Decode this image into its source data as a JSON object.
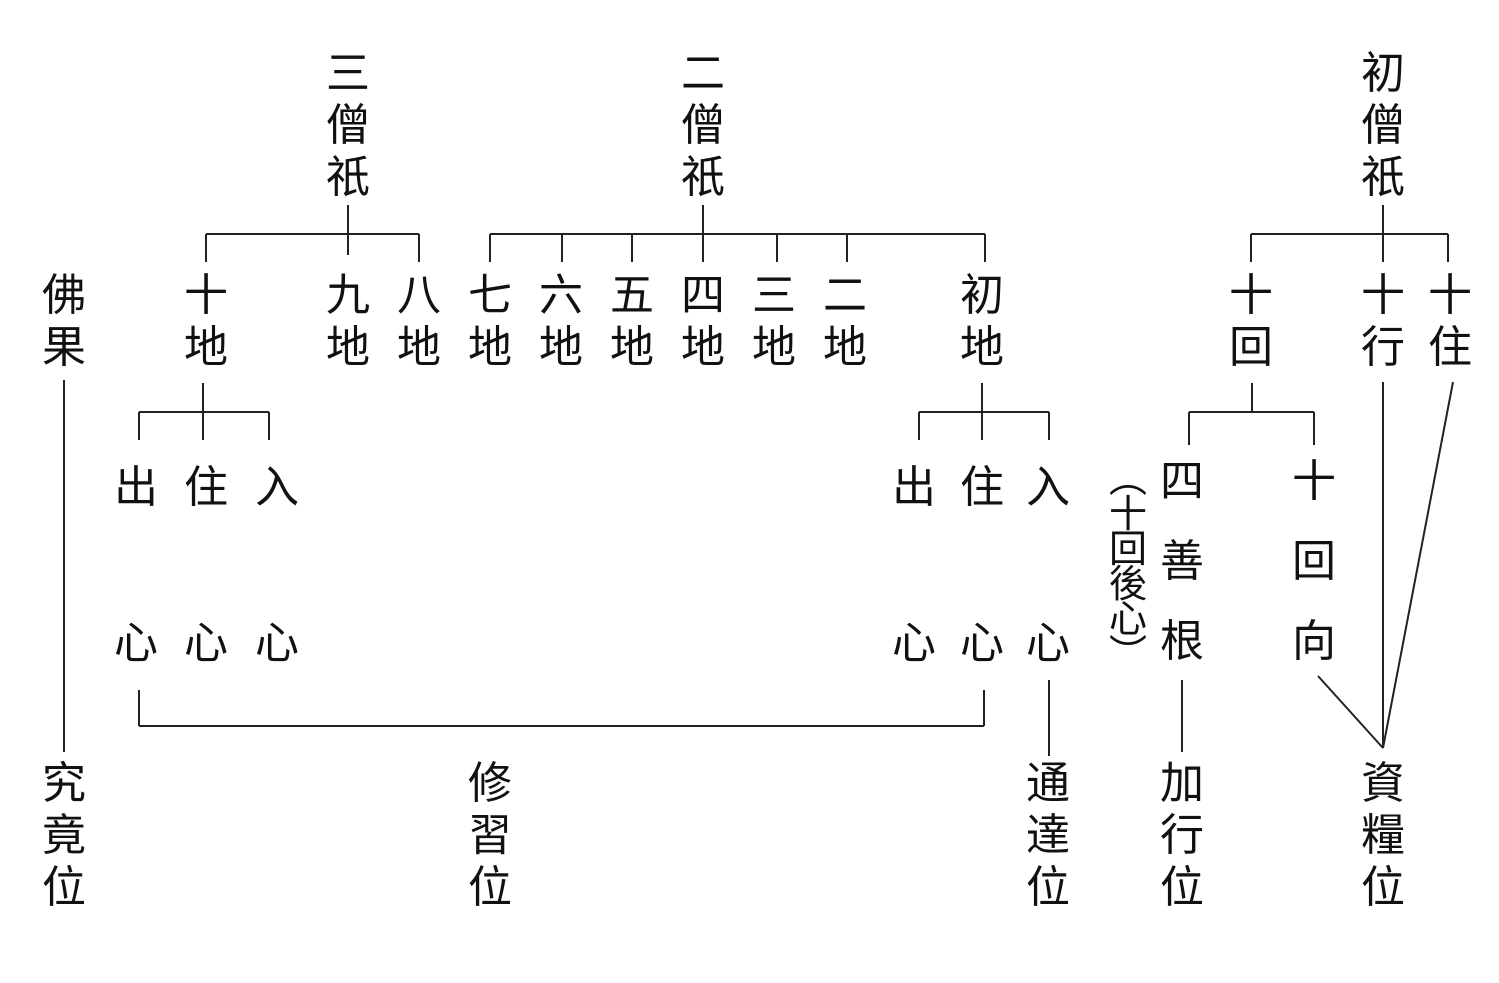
{
  "stages": {
    "third": "三\n僧\n祇",
    "second": "二\n僧\n祇",
    "first": "初\n僧\n祇",
    "buddha_fruit": "佛\n果"
  },
  "grounds": {
    "tenth": "十\n地",
    "ninth": "九\n地",
    "eighth": "八\n地",
    "seventh": "七\n地",
    "sixth": "六\n地",
    "fifth": "五\n地",
    "fourth": "四\n地",
    "third": "三\n地",
    "second": "二\n地",
    "first": "初\n地"
  },
  "preliminary": {
    "ten_dedications": "十\n回",
    "ten_practices": "十\n行",
    "ten_abodes": "十\n住"
  },
  "mind_states": {
    "exit": "出\n\n\n心",
    "abide": "住\n\n\n心",
    "enter": "入\n\n\n心"
  },
  "roots": {
    "four_good_roots": "四\n\n善\n\n根",
    "ten_dedications_full": "十\n\n回\n\n向",
    "note": "︵\n十\n回\n後\n心\n︶"
  },
  "positions": {
    "ultimate": "究\n竟\n位",
    "cultivation": "修\n習\n位",
    "insight": "通\n達\n位",
    "application": "加\n行\n位",
    "provisions": "資\n糧\n位"
  },
  "colors": {
    "ink": "#111111",
    "line": "#222222",
    "background": "#ffffff"
  }
}
